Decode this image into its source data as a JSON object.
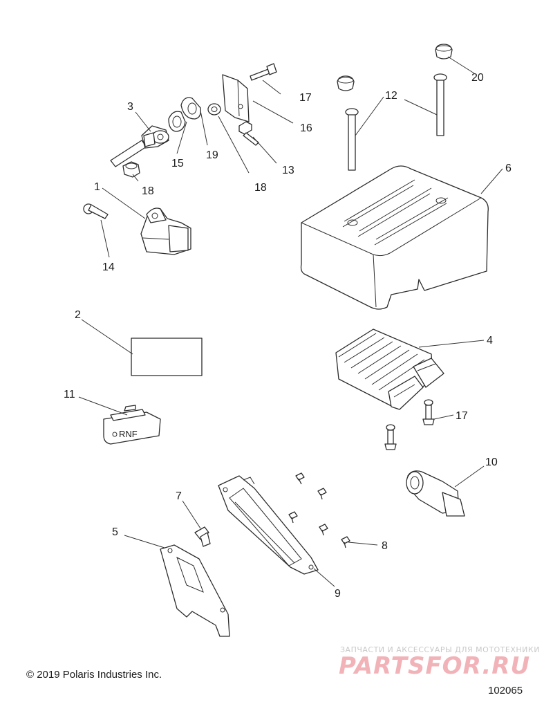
{
  "callouts": {
    "c1": "1",
    "c2": "2",
    "c3": "3",
    "c4": "4",
    "c5": "5",
    "c6": "6",
    "c7": "7",
    "c8": "8",
    "c9": "9",
    "c10": "10",
    "c11": "11",
    "c12": "12",
    "c13": "13",
    "c14": "14",
    "c15": "15",
    "c16": "16",
    "c17a": "17",
    "c17b": "17",
    "c18a": "18",
    "c18b": "18",
    "c19": "19",
    "c20": "20"
  },
  "switch_label": "RNF",
  "copyright": "© 2019 Polaris Industries Inc.",
  "drawing_number": "102065",
  "watermark": {
    "tagline": "ЗАПЧАСТИ И АКСЕССУАРЫ ДЛЯ МОТОТЕХНИКИ",
    "brand": "PARTSFOR.RU"
  }
}
